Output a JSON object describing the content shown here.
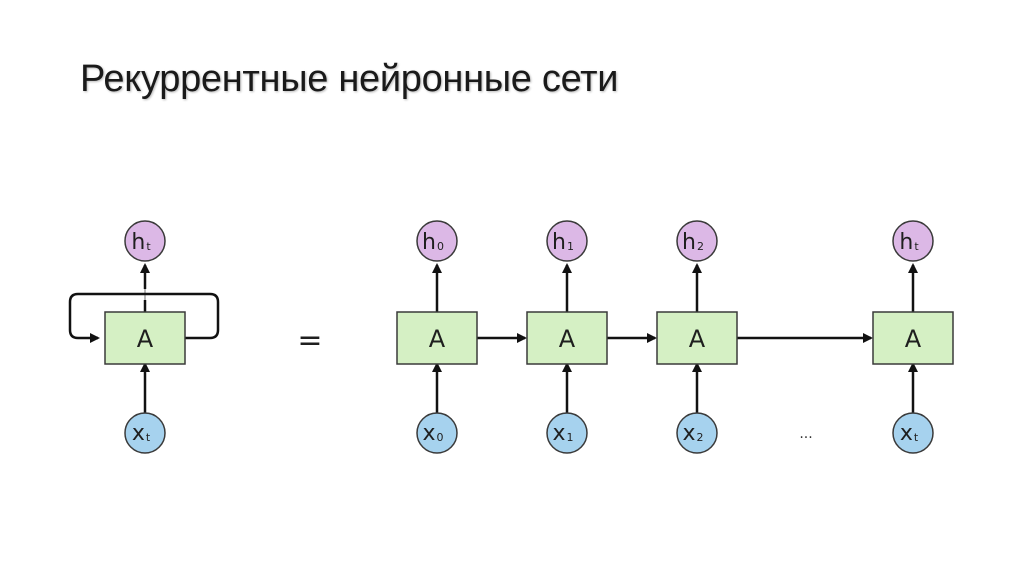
{
  "slide": {
    "title": "Рекуррентные нейронные сети"
  },
  "diagram": {
    "equals": "=",
    "ellipsis": "...",
    "folded": {
      "cell_label": "A",
      "output": {
        "base": "h",
        "sub": "t"
      },
      "input": {
        "base": "x",
        "sub": "t"
      }
    },
    "unrolled": [
      {
        "cell_label": "A",
        "output": {
          "base": "h",
          "sub": "0"
        },
        "input": {
          "base": "x",
          "sub": "0"
        }
      },
      {
        "cell_label": "A",
        "output": {
          "base": "h",
          "sub": "1"
        },
        "input": {
          "base": "x",
          "sub": "1"
        }
      },
      {
        "cell_label": "A",
        "output": {
          "base": "h",
          "sub": "2"
        },
        "input": {
          "base": "x",
          "sub": "2"
        }
      },
      {
        "cell_label": "A",
        "output": {
          "base": "h",
          "sub": "t"
        },
        "input": {
          "base": "x",
          "sub": "t"
        }
      }
    ],
    "colors": {
      "cell_fill": "#d5f0c4",
      "cell_stroke": "#3a3a3a",
      "output_fill": "#dcb8e6",
      "input_fill": "#a6d2ee",
      "arrow": "#111111"
    }
  }
}
